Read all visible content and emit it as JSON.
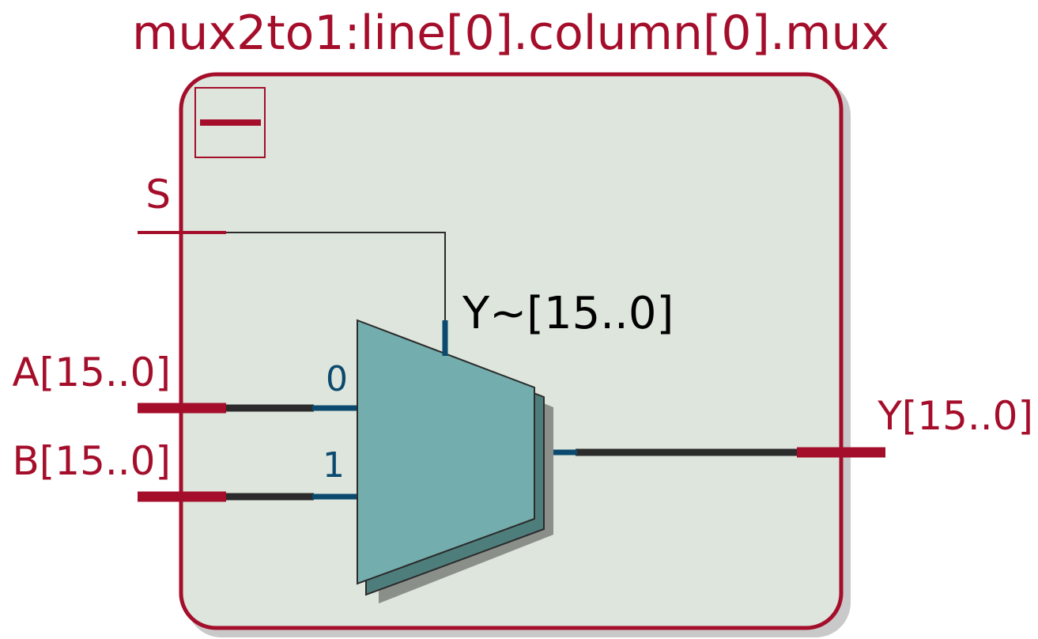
{
  "title": "mux2to1:line[0].column[0].mux",
  "ports": {
    "s": "S",
    "a": "A[15..0]",
    "b": "B[15..0]",
    "y": "Y[15..0]"
  },
  "mux": {
    "label": "Y~[15..0]",
    "input0": "0",
    "input1": "1"
  },
  "colors": {
    "block_border": "#a50e2b",
    "block_fill": "#dde5dc",
    "mux_fill": "#74adad",
    "mux_shadow": "#4e7e7c",
    "wire": "#2b2b2b",
    "pin_blue": "#0b4a6e",
    "port_red": "#a50e2b"
  },
  "icons": {
    "collapse": "minus-icon"
  }
}
